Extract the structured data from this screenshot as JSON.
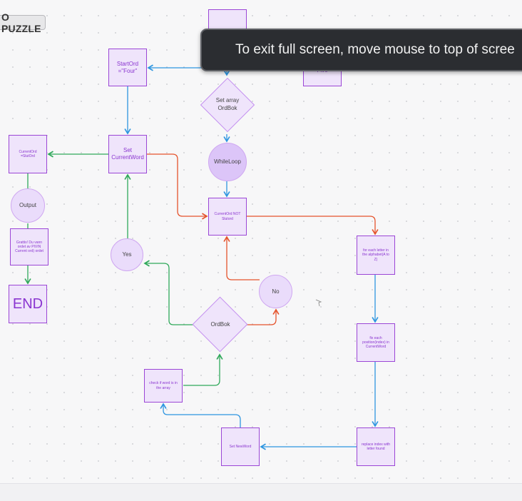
{
  "board": {
    "frame_title": "O PUZZLE",
    "fullscreen_notice": "To exit full screen, move mouse to top of scree"
  },
  "nodes": {
    "start_top": "",
    "five": "Five",
    "start_ord": "StartOrd =\"Four\"",
    "set_array": "Set array OrdBok",
    "set_current_word": "Set CurrentWord",
    "current_ord": "CurrentOrd =SlutOrd",
    "while_loop": "WhileLoop",
    "output": "Output",
    "current_not_slut": "CurrentOrd NOT Slutord",
    "for_each_letter": "for each letter in the alphabet(A to Z)",
    "grattis": "Grattis! Du vann ordet av PIVIN Current ord) ordet",
    "yes": "Yes",
    "no": "No",
    "end": "END",
    "ordbok": "OrdBok",
    "fix_each": "fix each position(index) in CurrentWord",
    "check_word": "check if word is in the array",
    "set_new_word": "Set NewWord",
    "replace_index": "replace index with letter found"
  },
  "colors": {
    "node_fill": "#efe4fb",
    "node_border": "#9b46d6",
    "edge_blue": "#2d95e0",
    "edge_green": "#2fa85a",
    "edge_red": "#e5532c",
    "toast_bg": "#2b2d31"
  }
}
